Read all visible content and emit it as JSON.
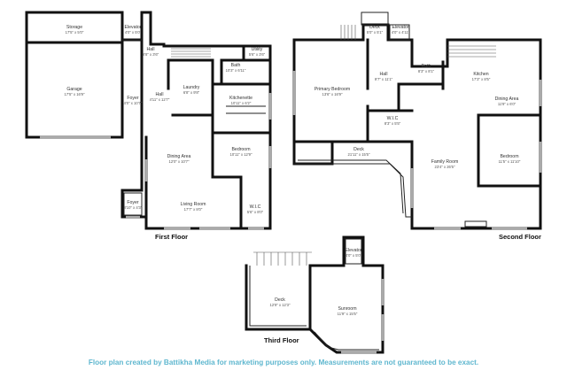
{
  "floors": {
    "first": {
      "label": "First Floor",
      "rooms": {
        "storage": {
          "name": "Storage",
          "dims": "17'5\" x 5'0\""
        },
        "elevator": {
          "name": "Elevator",
          "dims": "4'0\" x 5'0\""
        },
        "hall_upper": {
          "name": "Hall",
          "dims": "8'8\" x 3'6\""
        },
        "utility": {
          "name": "Utility",
          "dims": "5'6\" x 3'6\""
        },
        "garage": {
          "name": "Garage",
          "dims": "17'5\" x 16'9\""
        },
        "bath": {
          "name": "Bath",
          "dims": "10'3\" x 6'11\""
        },
        "laundry": {
          "name": "Laundry",
          "dims": "6'8\" x 9'8\""
        },
        "hall": {
          "name": "Hall",
          "dims": "4'11\" x 12'7\""
        },
        "foyer_upper": {
          "name": "Foyer",
          "dims": "4'0\" x 10'7\""
        },
        "kitchenette": {
          "name": "Kitchenette",
          "dims": "10'11\" x 6'2\""
        },
        "dining": {
          "name": "Dining Area",
          "dims": "12'0\" x 10'7\""
        },
        "bedroom": {
          "name": "Bedroom",
          "dims": "10'11\" x 12'9\""
        },
        "living": {
          "name": "Living Room",
          "dims": "17'7\" x 8'0\""
        },
        "wic": {
          "name": "W.I.C",
          "dims": "5'6\" x 8'0\""
        },
        "foyer_lower": {
          "name": "Foyer",
          "dims": "3'10\" x 4'3\""
        }
      }
    },
    "second": {
      "label": "Second Floor",
      "rooms": {
        "deck": {
          "name": "Deck",
          "dims": "5'0\" x 5'1\""
        },
        "elevator": {
          "name": "Elevator",
          "dims": "4'0\" x 4'11\""
        },
        "primary_bedroom": {
          "name": "Primary Bedroom",
          "dims": "13'6\" x 16'9\""
        },
        "hall": {
          "name": "Hall",
          "dims": "9'7\" x 11'1\""
        },
        "bath": {
          "name": "Bath",
          "dims": "8'3\" x 8'1\""
        },
        "kitchen": {
          "name": "Kitchen",
          "dims": "17'3\" x 8'5\""
        },
        "dining": {
          "name": "Dining Area",
          "dims": "11'9\" x 6'0\""
        },
        "wic": {
          "name": "W.I.C",
          "dims": "8'3\" x 5'5\""
        },
        "big_deck": {
          "name": "Deck",
          "dims": "21'11\" x 15'5\""
        },
        "family_room": {
          "name": "Family Room",
          "dims": "23'4\" x 26'5\""
        },
        "bedroom": {
          "name": "Bedroom",
          "dims": "11'5\" x 11'10\""
        }
      }
    },
    "third": {
      "label": "Third Floor",
      "rooms": {
        "elevator": {
          "name": "Elevator",
          "dims": "4'0\" x 5'0\""
        },
        "deck": {
          "name": "Deck",
          "dims": "12'9\" x 12'3\""
        },
        "sunroom": {
          "name": "Sunroom",
          "dims": "11'9\" x 15'5\""
        }
      }
    }
  },
  "disclaimer": "Floor plan created by Battikha Media for marketing purposes only. Measurements are not guaranteed to be exact.",
  "colors": {
    "wall": "#111111",
    "window": "#aaaaaa",
    "disclaimer": "#5fb7cf"
  }
}
